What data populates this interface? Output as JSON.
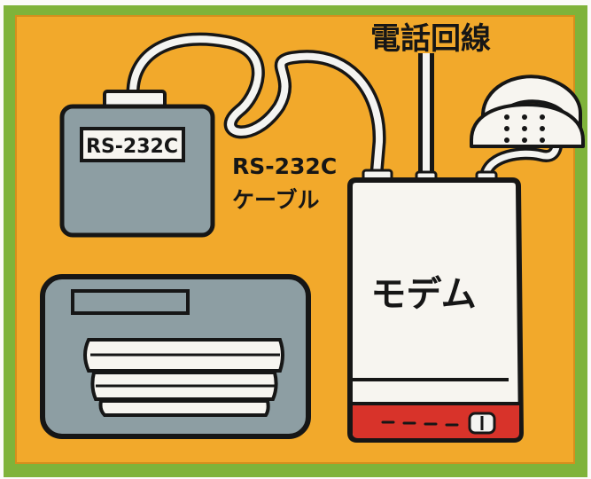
{
  "labels": {
    "phone_line": "電話回線",
    "serial_port": "RS-232C",
    "cable_line1": "RS-232C",
    "cable_line2": "ケーブル",
    "modem": "モデム"
  },
  "colors": {
    "page_background": "#fbfbf8",
    "border": "#7fb33a",
    "panel": "#f2a92b",
    "outline": "#161616",
    "device_grey": "#8d9ea3",
    "device_body": "#f7f5f0",
    "modem_base": "#d8332a",
    "cable": "#f4f4f1"
  },
  "icons": {
    "telephone": "telephone-icon",
    "computer": "computer-icon",
    "printer": "printer-icon",
    "modem": "modem-icon"
  }
}
